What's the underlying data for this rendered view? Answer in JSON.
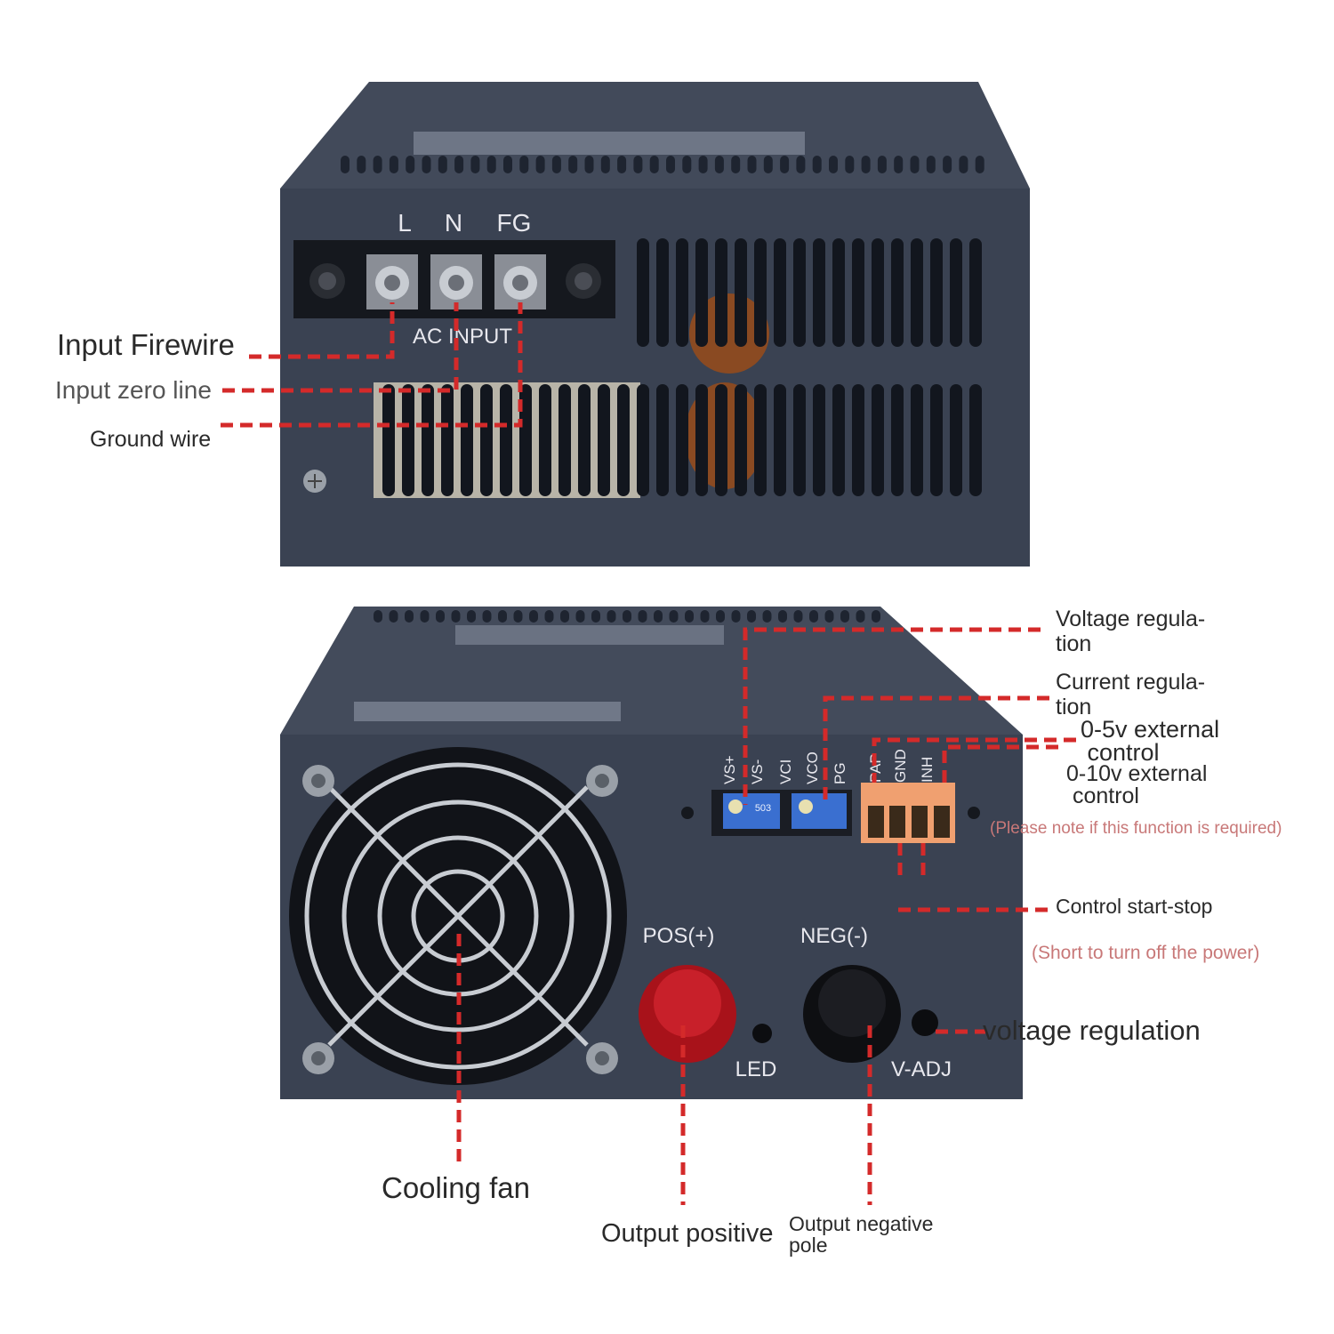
{
  "top_unit": {
    "terminal_letters": [
      "L",
      "N",
      "FG"
    ],
    "terminal_caption": "AC INPUT"
  },
  "bottom_unit": {
    "pot_labels": [
      "VS+",
      "VS-",
      "VCI",
      "VCO",
      "PG"
    ],
    "pot1_code": "503",
    "connector_labels": [
      "PAP",
      "GND",
      "INH"
    ],
    "pos_label": "POS(+)",
    "neg_label": "NEG(-)",
    "led_label": "LED",
    "vadj_label": "V-ADJ"
  },
  "callouts": {
    "input_firewire": "Input Firewire",
    "input_zero_line": "Input zero line",
    "ground_wire": "Ground wire",
    "voltage_regulation_trim": "Voltage regula-\ntion",
    "current_regulation": "Current regula-\ntion",
    "ext_0_5v": "0-5v external\n control",
    "ext_0_10v": "0-10v external\n control",
    "function_note": "(Please note if this function is required)",
    "control_start_stop": "Control start-stop",
    "short_note": "(Short to turn off the power)",
    "voltage_regulation": "voltage regulation",
    "cooling_fan": "Cooling fan",
    "output_positive": "Output positive",
    "output_negative": "Output negative\npole"
  },
  "colors": {
    "leader": "#d42a2a",
    "case": "#3a4252",
    "case_dark": "#2a303c",
    "case_top": "#444c5c",
    "connector": "#f0a070",
    "pot": "#3a6fd0",
    "note": "#c87878"
  }
}
